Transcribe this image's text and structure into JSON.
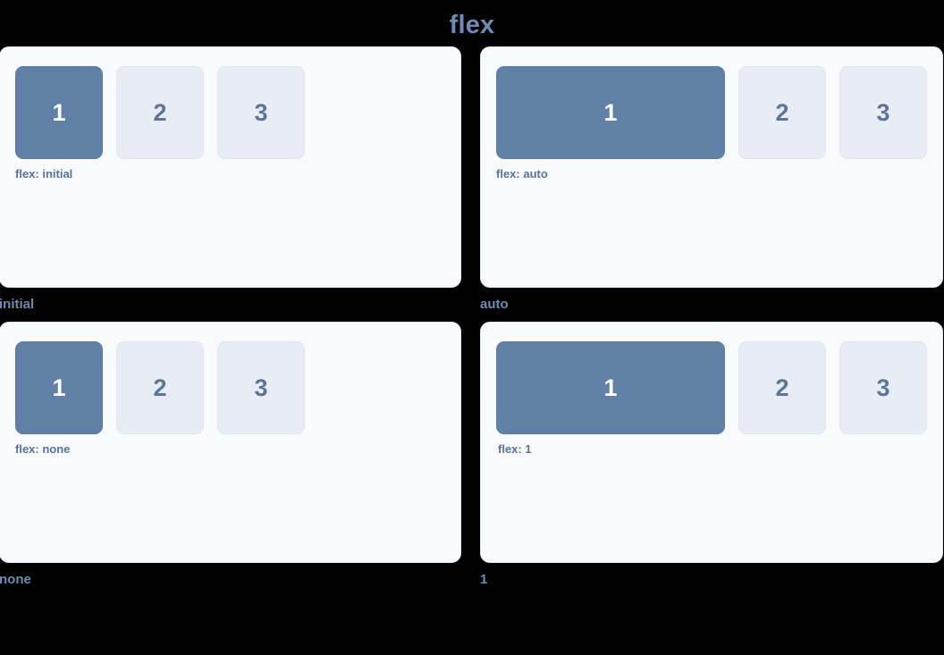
{
  "title": "flex",
  "colors": {
    "page_background": "#000000",
    "panel_background": "#f9fafc",
    "panel_border": "#e3e8f2",
    "primary_box": "#6180a8",
    "primary_box_text": "#ffffff",
    "muted_box": "#e8ecf4",
    "muted_box_text": "#5f7596",
    "title_text": "#6f8bb3",
    "caption_text": "#5a7299",
    "label_text": "#6f8bb3"
  },
  "demos": [
    {
      "label": "initial",
      "caption": "flex: initial",
      "flex_value": "initial",
      "boxes": [
        {
          "number": "1",
          "style": "primary"
        },
        {
          "number": "2",
          "style": "muted"
        },
        {
          "number": "3",
          "style": "muted"
        }
      ]
    },
    {
      "label": "auto",
      "caption": "flex: auto",
      "flex_value": "auto",
      "boxes": [
        {
          "number": "1",
          "style": "primary"
        },
        {
          "number": "2",
          "style": "muted"
        },
        {
          "number": "3",
          "style": "muted"
        }
      ]
    },
    {
      "label": "none",
      "caption": "flex: none",
      "flex_value": "none",
      "boxes": [
        {
          "number": "1",
          "style": "primary"
        },
        {
          "number": "2",
          "style": "muted"
        },
        {
          "number": "3",
          "style": "muted"
        }
      ]
    },
    {
      "label": "1",
      "caption": "flex: 1",
      "flex_value": "1",
      "boxes": [
        {
          "number": "1",
          "style": "primary"
        },
        {
          "number": "2",
          "style": "muted"
        },
        {
          "number": "3",
          "style": "muted"
        }
      ]
    }
  ]
}
